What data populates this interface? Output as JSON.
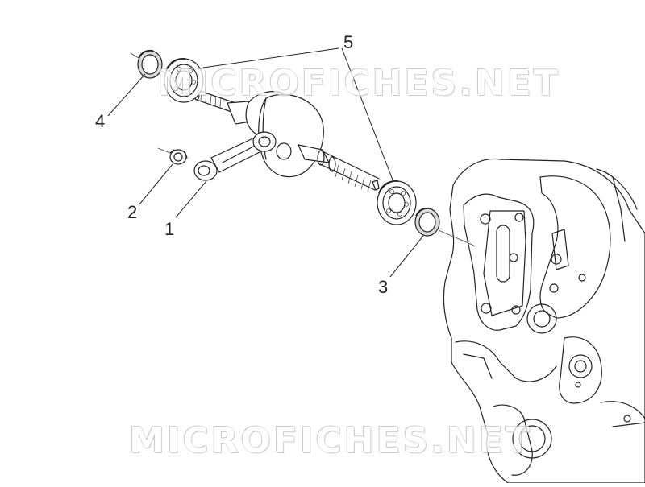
{
  "diagram": {
    "watermark_top": "MICROFICHES.NET",
    "watermark_bottom": "MICROFICHES.NET",
    "callouts": [
      {
        "id": "1",
        "label": "1"
      },
      {
        "id": "2",
        "label": "2"
      },
      {
        "id": "3",
        "label": "3"
      },
      {
        "id": "4",
        "label": "4"
      },
      {
        "id": "5",
        "label": "5"
      }
    ]
  },
  "colors": {
    "line": "#222222",
    "background": "#ffffff",
    "watermark_outline": "#9a9a9a"
  }
}
